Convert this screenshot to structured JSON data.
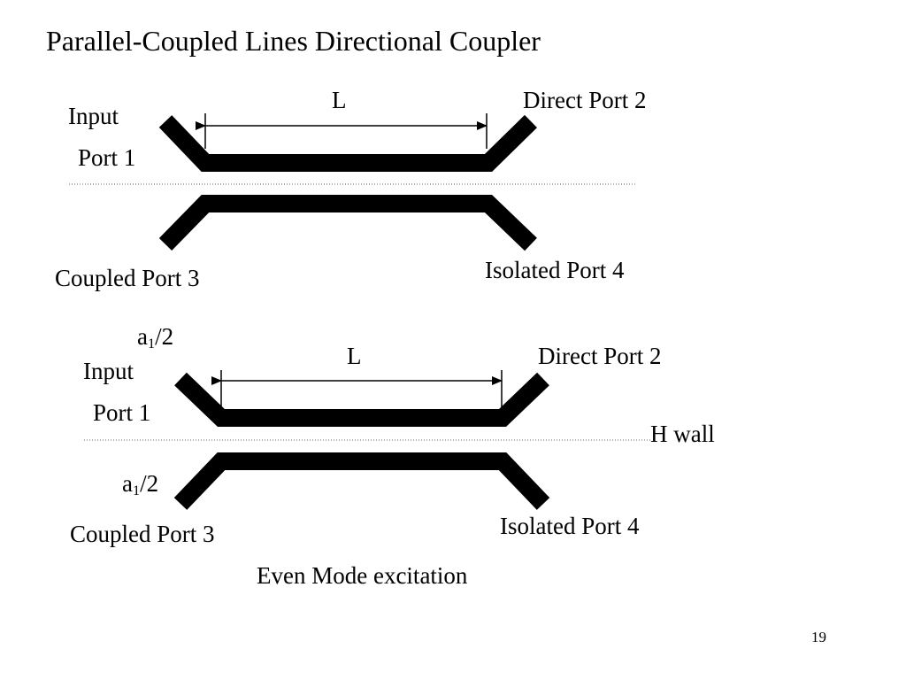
{
  "slide": {
    "title": "Parallel-Coupled Lines Directional Coupler",
    "page_number": "19"
  },
  "diagram_top": {
    "length_label": "L",
    "input_label": "Input",
    "port1_label": "Port 1",
    "port2_label": "Direct Port 2",
    "port3_label": "Coupled Port 3",
    "port4_label": "Isolated Port 4"
  },
  "diagram_bottom": {
    "source_top": {
      "base": "a",
      "sub": "1",
      "rest": "/2"
    },
    "source_bottom": {
      "base": "a",
      "sub": "1",
      "rest": "/2"
    },
    "length_label": "L",
    "input_label": "Input",
    "port1_label": "Port 1",
    "port2_label": "Direct Port 2",
    "port3_label": "Coupled Port 3",
    "port4_label": "Isolated Port 4",
    "wall_label": "H wall",
    "caption": "Even Mode excitation"
  }
}
